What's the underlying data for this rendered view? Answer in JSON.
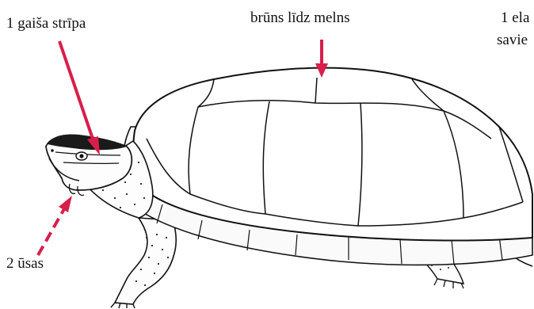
{
  "labels": {
    "stripe": "1 gaiša strīpa",
    "shell_color": "brūns līdz melns",
    "partial_line1": "1 ela",
    "partial_line2": "savie",
    "barbels": "2 ūsas"
  },
  "colors": {
    "arrow": "#d81e4b",
    "ink": "#111111",
    "paper": "#ffffff"
  }
}
